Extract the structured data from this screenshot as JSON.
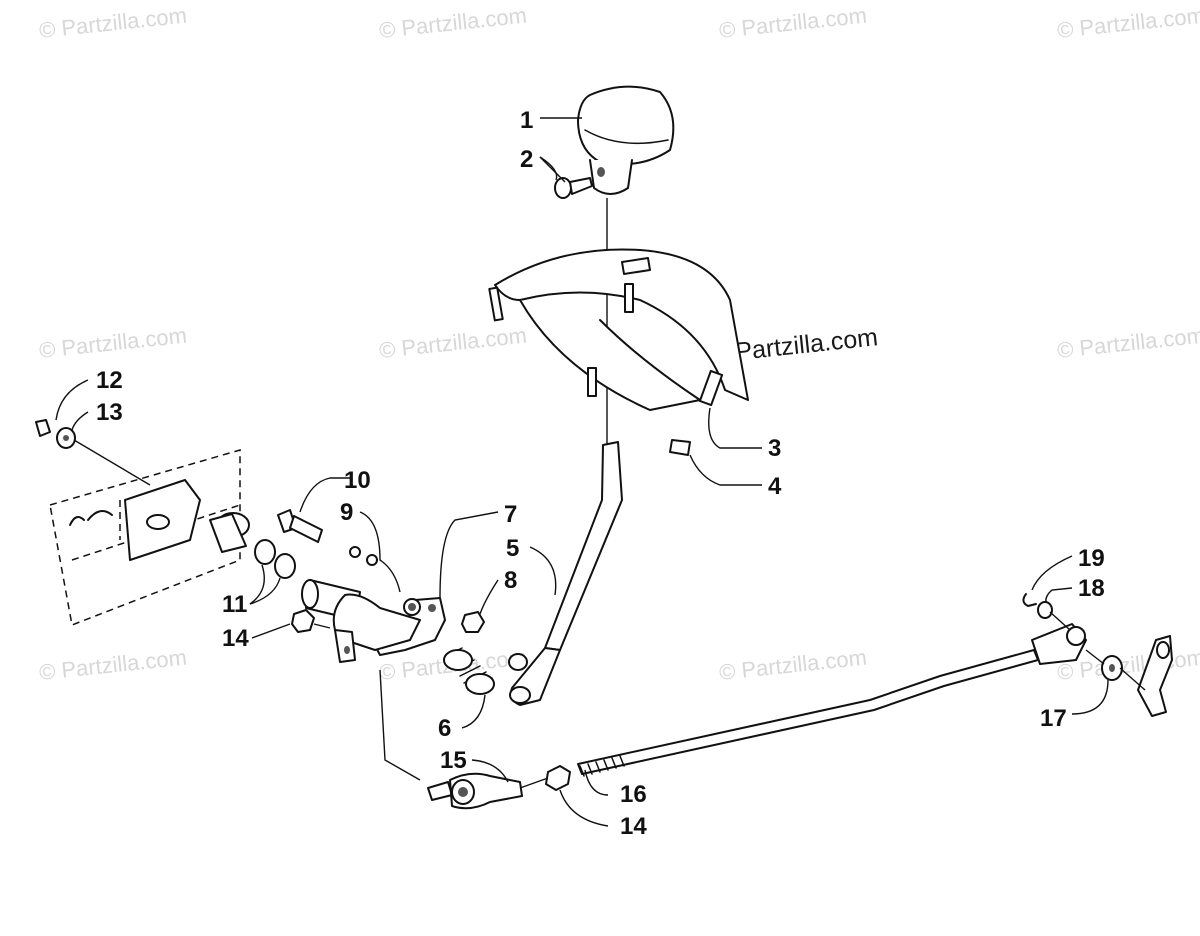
{
  "watermarks": {
    "text": "© Partzilla.com",
    "main_text": "©Partzilla.com"
  },
  "callouts": {
    "c1": "1",
    "c2": "2",
    "c3": "3",
    "c4": "4",
    "c5": "5",
    "c6": "6",
    "c7": "7",
    "c8": "8",
    "c9": "9",
    "c10": "10",
    "c11": "11",
    "c12": "12",
    "c13": "13",
    "c14a": "14",
    "c14b": "14",
    "c15": "15",
    "c16": "16",
    "c17": "17",
    "c18": "18",
    "c19": "19"
  }
}
